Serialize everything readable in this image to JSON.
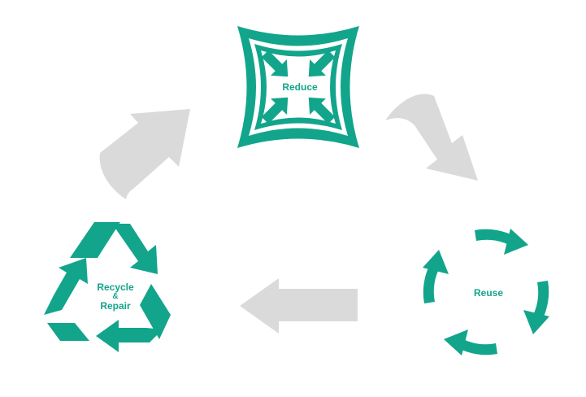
{
  "nodes": {
    "reduce": {
      "label": "Reduce",
      "icon": "compress-arrows-icon"
    },
    "reuse": {
      "label": "Reuse",
      "icon": "circular-arrows-icon"
    },
    "recycle": {
      "line1": "Recycle",
      "line2": "&",
      "line3": "Repair",
      "icon": "recycle-symbol-icon"
    }
  },
  "colors": {
    "accent": "#12a58b",
    "arrow": "#dadada",
    "background": "#ffffff"
  }
}
